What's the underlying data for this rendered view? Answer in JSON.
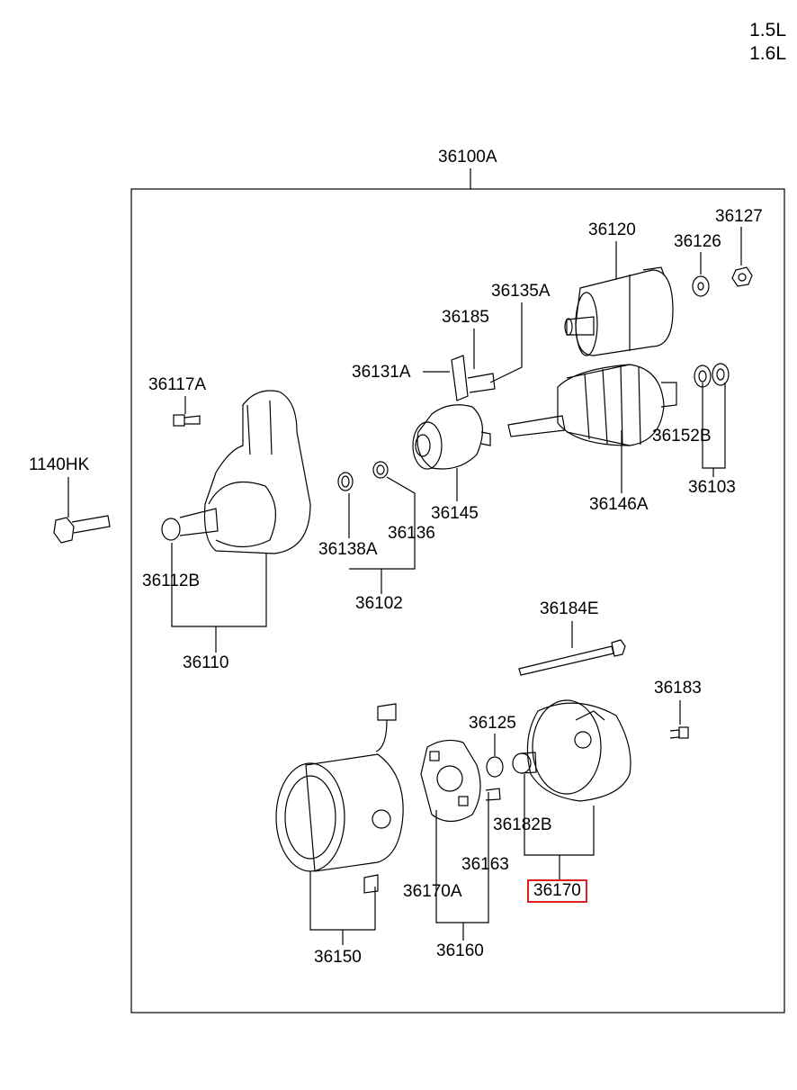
{
  "engine": [
    "1.5L",
    "1.6L"
  ],
  "assembly_label": "36100A",
  "selected_part": "36170",
  "labels": {
    "p36120": "36120",
    "p36126": "36126",
    "p36127": "36127",
    "p36135A": "36135A",
    "p36185": "36185",
    "p36131A": "36131A",
    "p36117A": "36117A",
    "p36152B": "36152B",
    "p36103": "36103",
    "p1140HK": "1140HK",
    "p36145": "36145",
    "p36146A": "36146A",
    "p36138A": "36138A",
    "p36136": "36136",
    "p36112B": "36112B",
    "p36102": "36102",
    "p36110": "36110",
    "p36184E": "36184E",
    "p36183": "36183",
    "p36125": "36125",
    "p36182B": "36182B",
    "p36163": "36163",
    "p36170A": "36170A",
    "p36170": "36170",
    "p36150": "36150",
    "p36160": "36160"
  }
}
